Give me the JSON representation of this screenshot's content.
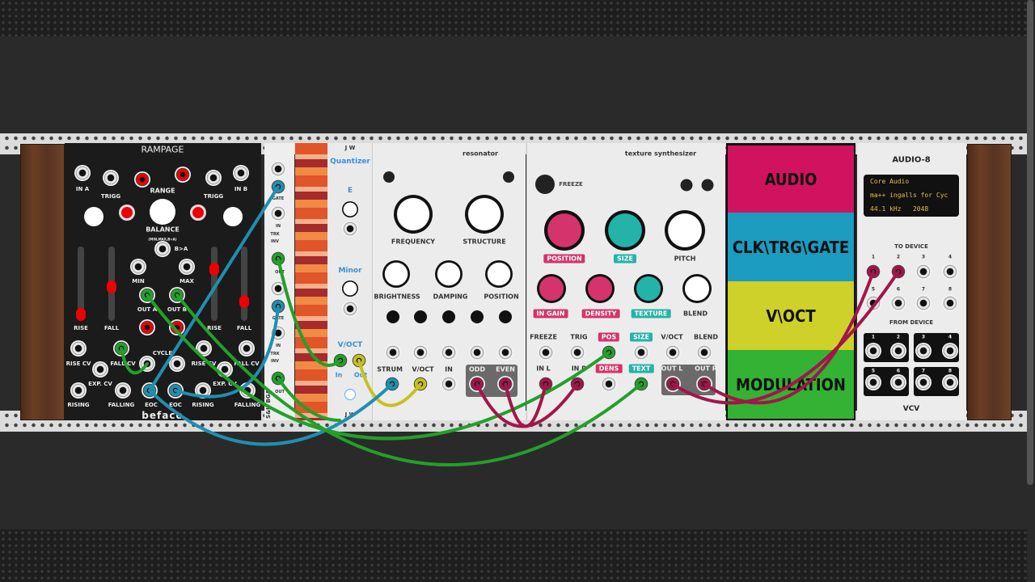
{
  "rampage": {
    "title": "RAMPAGE",
    "in_a": "IN A",
    "in_b": "IN B",
    "trigg": "TRIGG",
    "range": "RANGE",
    "balance": "BALANCE",
    "balance_sub": "(MIN,MAX,B>A)",
    "b_gt_a": "B>A",
    "min": "MIN",
    "max": "MAX",
    "out_a": "OUT A",
    "out_b": "OUT B",
    "rise": "RISE",
    "fall": "FALL",
    "cycle": "CYCLE",
    "rise_cv": "RISE CV",
    "fall_cv": "FALL CV",
    "exp_cv": "EXP. CV",
    "rising": "RISING",
    "falling": "FALLING",
    "eoc": "EOC",
    "brand": "befaco"
  },
  "sample_hold": {
    "gate": "GATE",
    "in": "IN",
    "trk": "TRK",
    "inv": "INV",
    "out": "OUT",
    "brand": "S&H BGA"
  },
  "quantizer": {
    "title": "Quantizer",
    "root": "E",
    "scale": "Minor",
    "voct": "V/OCT",
    "in": "In",
    "out": "Out",
    "logo": "J W"
  },
  "resonator": {
    "title": "resonator",
    "frequency": "FREQUENCY",
    "structure": "STRUCTURE",
    "brightness": "BRIGHTNESS",
    "damping": "DAMPING",
    "position": "POSITION",
    "strum": "STRUM",
    "voct": "V/OCT",
    "in": "IN",
    "odd": "ODD",
    "even": "EVEN"
  },
  "texture": {
    "title": "texture synthesizer",
    "freeze": "FREEZE",
    "position": "POSITION",
    "size": "SIZE",
    "pitch": "PITCH",
    "in_gain": "IN GAIN",
    "density": "DENSITY",
    "texture": "TEXTURE",
    "blend": "BLEND",
    "jacks_top": [
      "FREEZE",
      "TRIG",
      "POS",
      "SIZE",
      "V/OCT",
      "BLEND"
    ],
    "jacks_bottom": [
      "IN L",
      "IN R",
      "DENS",
      "TEXT",
      "OUT L",
      "OUT R"
    ]
  },
  "color_blocks": [
    {
      "label": "AUDIO",
      "color": "#d1135f"
    },
    {
      "label": "CLK\\TRG\\GATE",
      "color": "#1b9cc0"
    },
    {
      "label": "V\\OCT",
      "color": "#cdd12a"
    },
    {
      "label": "MODULATION",
      "color": "#33b234"
    }
  ],
  "audio8": {
    "title": "AUDIO-8",
    "driver": "Core Audio",
    "device": "ma++ ingalls for Cyc",
    "sample_rate": "44.1 kHz",
    "block_size": "2048",
    "to_device": "TO DEVICE",
    "from_device": "FROM DEVICE",
    "channels": [
      "1",
      "2",
      "3",
      "4",
      "5",
      "6",
      "7",
      "8"
    ],
    "brand": "VCV"
  },
  "colors": {
    "pink": "#d4336b",
    "teal": "#23b3a8",
    "green": "#22a02a",
    "blue": "#1f8fb0",
    "yellow": "#c8c020",
    "red": "#a3154a"
  }
}
